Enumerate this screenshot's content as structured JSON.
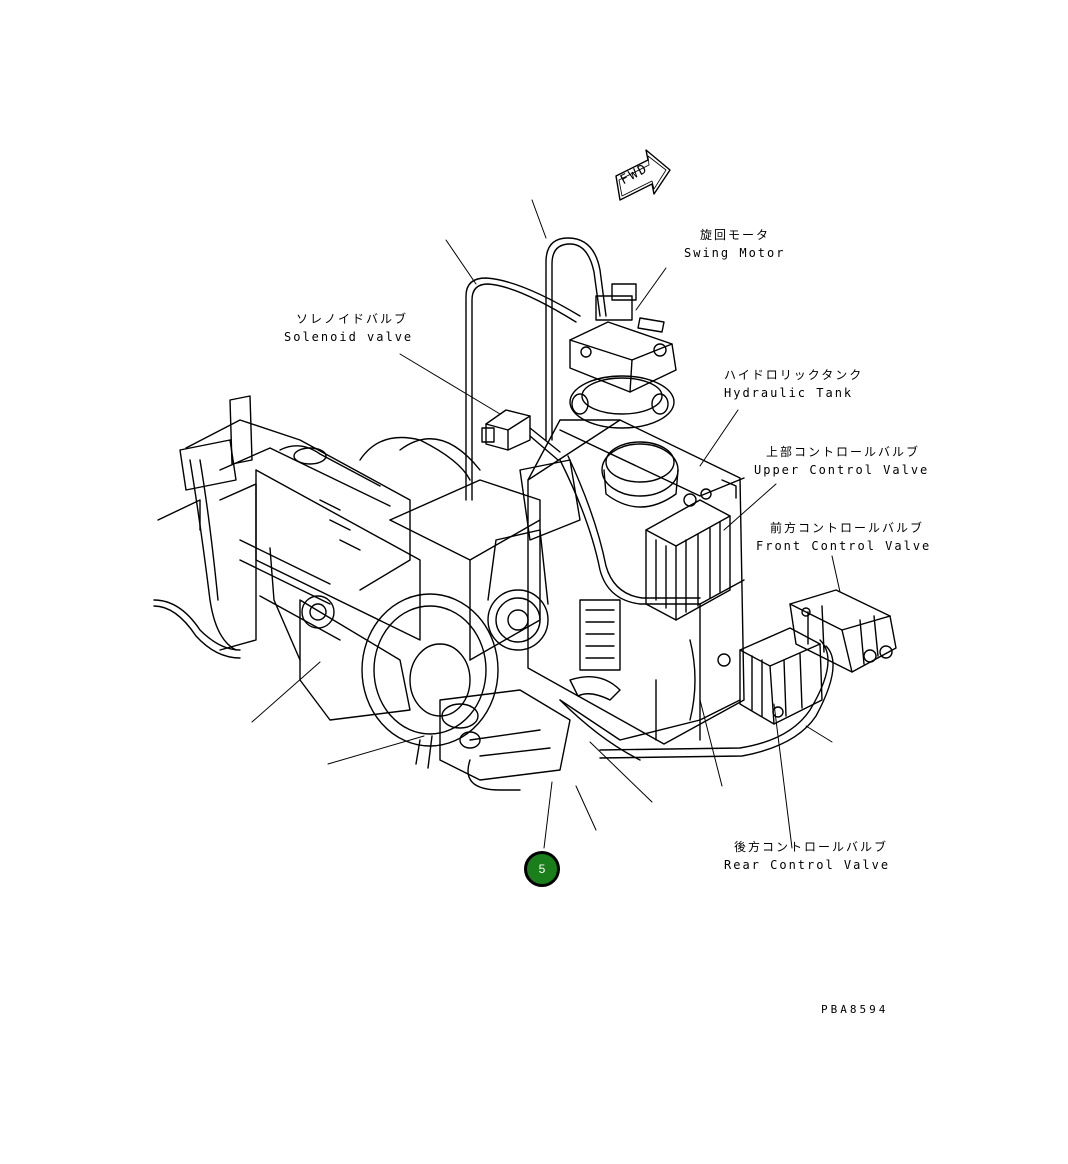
{
  "figure_code": "PBA8594",
  "fwd_label": "FWD",
  "callout": {
    "number": "5",
    "color": "#1a7f1a"
  },
  "labels": {
    "swing_motor": {
      "ja": "旋回モータ",
      "en": "Swing Motor"
    },
    "solenoid_valve": {
      "ja": "ソレノイドバルブ",
      "en": "Solenoid valve"
    },
    "hydraulic_tank": {
      "ja": "ハイドロリックタンク",
      "en": "Hydraulic Tank"
    },
    "upper_control_valve": {
      "ja": "上部コントロールバルブ",
      "en": "Upper Control Valve"
    },
    "front_control_valve": {
      "ja": "前方コントロールバルブ",
      "en": "Front Control Valve"
    },
    "rear_control_valve": {
      "ja": "後方コントロールバルブ",
      "en": "Rear Control Valve"
    }
  }
}
